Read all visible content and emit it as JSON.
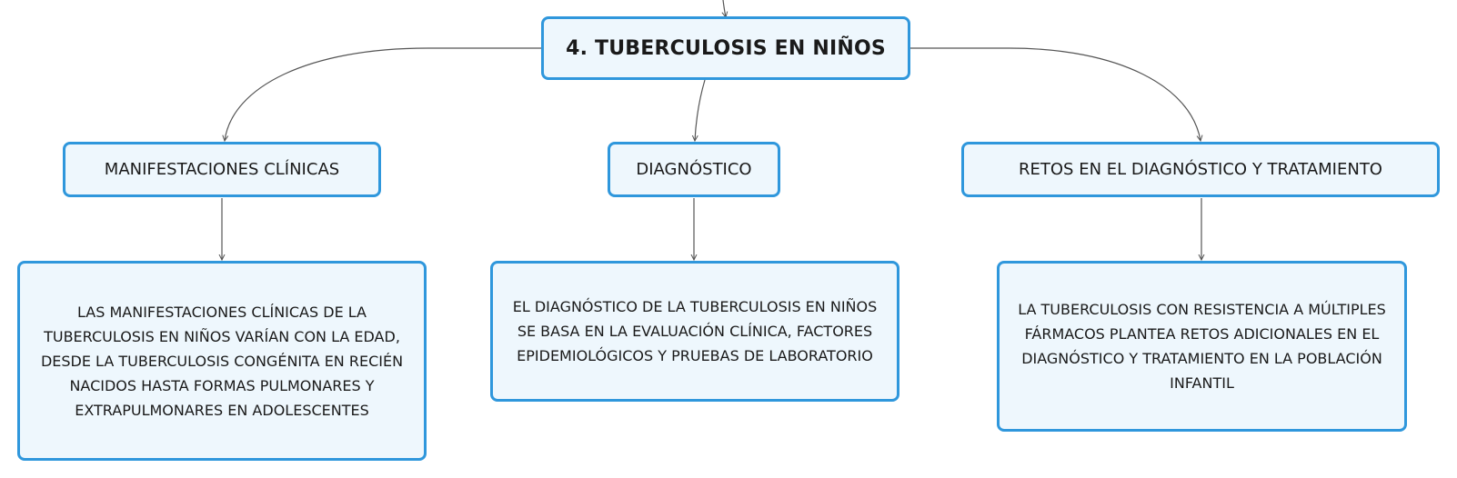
{
  "root": {
    "label": "4. TUBERCULOSIS EN NIÑOS"
  },
  "categories": [
    {
      "label": "MANIFESTACIONES CLÍNICAS"
    },
    {
      "label": "DIAGNÓSTICO"
    },
    {
      "label": "RETOS EN EL DIAGNÓSTICO Y TRATAMIENTO"
    }
  ],
  "details": [
    {
      "text": "LAS MANIFESTACIONES CLÍNICAS DE LA TUBERCULOSIS EN NIÑOS VARÍAN CON LA EDAD, DESDE LA TUBERCULOSIS CONGÉNITA EN RECIÉN NACIDOS HASTA FORMAS PULMONARES Y EXTRAPULMONARES EN ADOLESCENTES"
    },
    {
      "text": "EL DIAGNÓSTICO DE LA TUBERCULOSIS EN NIÑOS SE BASA EN LA EVALUACIÓN CLÍNICA, FACTORES EPIDEMIOLÓGICOS Y PRUEBAS DE LABORATORIO"
    },
    {
      "text": "LA TUBERCULOSIS CON RESISTENCIA A MÚLTIPLES FÁRMACOS PLANTEA RETOS ADICIONALES EN EL DIAGNÓSTICO Y TRATAMIENTO EN LA POBLACIÓN INFANTIL"
    }
  ],
  "colors": {
    "border": "#2f97dc",
    "fill": "#eef7fd",
    "connector": "#555555"
  }
}
